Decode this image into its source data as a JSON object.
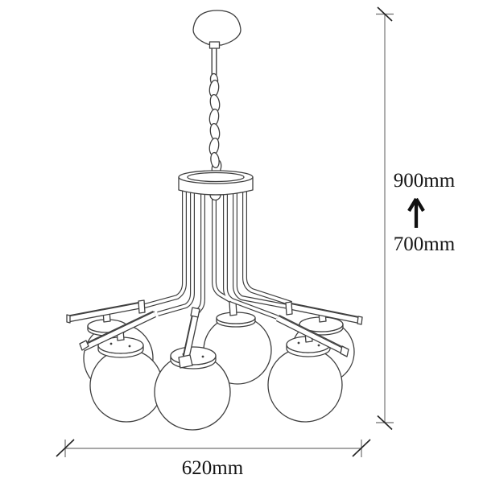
{
  "drawing": {
    "subject": "globe chandelier dimensional line drawing",
    "colors": {
      "background": "#ffffff",
      "artwork_line": "#3f3f3f",
      "dimension_line": "#8a8a8a",
      "tick_mark": "#222222",
      "label_text": "#151515"
    },
    "visible_globes": 6,
    "suspension_rods": 7,
    "arm_bars": 5,
    "chain_links": 7
  },
  "dimensions": {
    "vertical": {
      "max": "900mm",
      "min": "700mm",
      "arrow_icon": "up-arrow"
    },
    "horizontal": {
      "width": "620mm"
    }
  }
}
